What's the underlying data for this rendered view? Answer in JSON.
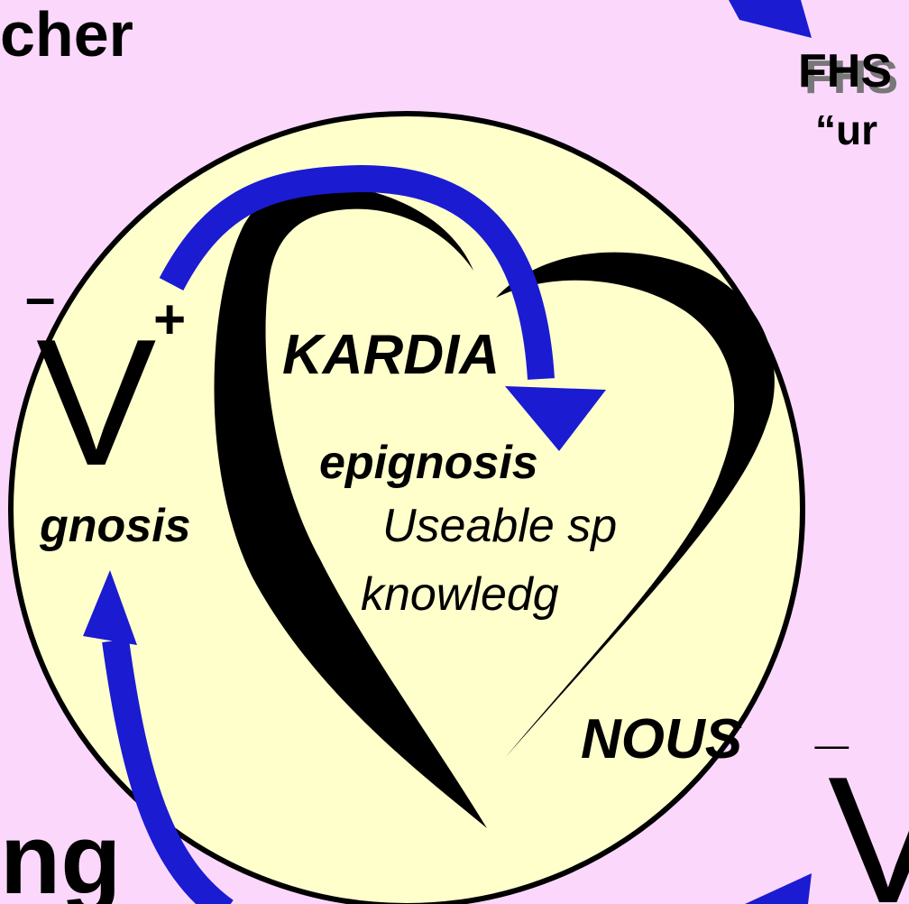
{
  "labels": {
    "teacher_partial": "cher",
    "fhs_partial": "FHS",
    "understanding_partial": "“ur",
    "v_top": "V",
    "plus_sign": "+",
    "minus_sign_top": "–",
    "kardia": "KARDIA",
    "epignosis": "epignosis",
    "useable_partial": "Useable sp",
    "knowledge_partial": "knowledg",
    "gnosis_partial": "gnosis",
    "nous": "NOUS",
    "minus_sign_bottom": "_",
    "v_bottom": "V",
    "ng_partial": "ng"
  },
  "colors": {
    "background": "#fbd8fb",
    "circle_fill": "#ffffcc",
    "arrow": "#1b1bd2",
    "heart": "#000000"
  }
}
